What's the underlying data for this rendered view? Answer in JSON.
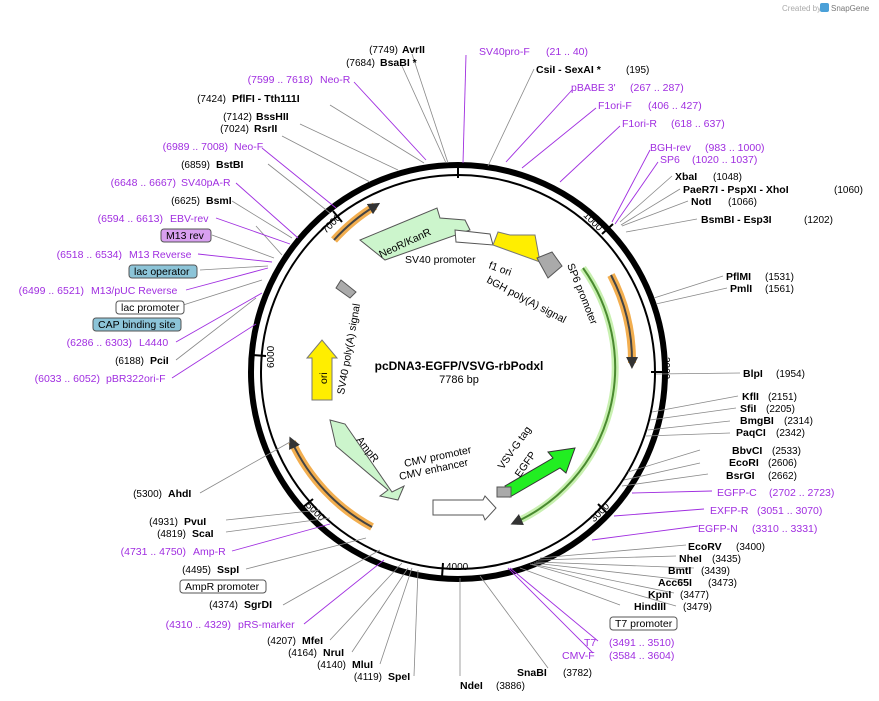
{
  "credit": {
    "created_by": "Created by",
    "brand": "SnapGene"
  },
  "title": "pcDNA3-EGFP/VSVG-rbPodxl",
  "size": "7786 bp",
  "ring_labels": [
    "1000",
    "2000",
    "3000",
    "4000",
    "5000",
    "6000",
    "7000"
  ],
  "features": [
    {
      "name": "SV40 promoter"
    },
    {
      "name": "NeoR/KanR"
    },
    {
      "name": "f1 ori"
    },
    {
      "name": "bGH poly(A) signal"
    },
    {
      "name": "SP6 promoter"
    },
    {
      "name": "SV40 poly(A) signal"
    },
    {
      "name": "ori"
    },
    {
      "name": "AmpR"
    },
    {
      "name": "CMV promoter"
    },
    {
      "name": "CMV enhancer"
    },
    {
      "name": "VSV-G tag"
    },
    {
      "name": "EGFP"
    }
  ],
  "boxed_labels": [
    {
      "text": "M13 rev",
      "fill": "#d8a0f0"
    },
    {
      "text": "lac operator",
      "fill": "#8cc4d8"
    },
    {
      "text": "lac promoter",
      "fill": "#ffffff"
    },
    {
      "text": "CAP binding site",
      "fill": "#8cc4d8"
    },
    {
      "text": "AmpR promoter",
      "fill": "#ffffff"
    },
    {
      "text": "T7 promoter",
      "fill": "#ffffff"
    }
  ],
  "sites": [
    {
      "pos": "(7749)",
      "name": "AvrII"
    },
    {
      "pos": "(7684)",
      "name": "BsaBI *"
    },
    {
      "pos": "(7599 .. 7618)",
      "name": "Neo-R"
    },
    {
      "pos": "(7424)",
      "name": "PflFI - Tth111I"
    },
    {
      "pos": "(7142)",
      "name": "BssHII"
    },
    {
      "pos": "(7024)",
      "name": "RsrII"
    },
    {
      "pos": "(6989 .. 7008)",
      "name": "Neo-F"
    },
    {
      "pos": "(6859)",
      "name": "BstBI"
    },
    {
      "pos": "(6648 .. 6667)",
      "name": "SV40pA-R"
    },
    {
      "pos": "(6625)",
      "name": "BsmI"
    },
    {
      "pos": "(6594 .. 6613)",
      "name": "EBV-rev"
    },
    {
      "pos": "(6518 .. 6534)",
      "name": "M13 Reverse"
    },
    {
      "pos": "(6499 .. 6521)",
      "name": "M13/pUC Reverse"
    },
    {
      "pos": "(6286 .. 6303)",
      "name": "L4440"
    },
    {
      "pos": "(6188)",
      "name": "PciI"
    },
    {
      "pos": "(6033 .. 6052)",
      "name": "pBR322ori-F"
    },
    {
      "pos": "(5300)",
      "name": "AhdI"
    },
    {
      "pos": "(4931)",
      "name": "PvuI"
    },
    {
      "pos": "(4819)",
      "name": "ScaI"
    },
    {
      "pos": "(4731 .. 4750)",
      "name": "Amp-R"
    },
    {
      "pos": "(4495)",
      "name": "SspI"
    },
    {
      "pos": "(4374)",
      "name": "SgrDI"
    },
    {
      "pos": "(4310 .. 4329)",
      "name": "pRS-marker"
    },
    {
      "pos": "(4207)",
      "name": "MfeI"
    },
    {
      "pos": "(4164)",
      "name": "NruI"
    },
    {
      "pos": "(4140)",
      "name": "MluI"
    },
    {
      "pos": "(4119)",
      "name": "SpeI"
    },
    {
      "pos": "(3886)",
      "name": "NdeI"
    },
    {
      "pos": "(3782)",
      "name": "SnaBI"
    },
    {
      "pos": "(3584 .. 3604)",
      "name": "CMV-F"
    },
    {
      "pos": "(3491 .. 3510)",
      "name": "T7"
    },
    {
      "pos": "(3479)",
      "name": "HindIII"
    },
    {
      "pos": "(3477)",
      "name": "KpnI"
    },
    {
      "pos": "(3473)",
      "name": "Acc65I"
    },
    {
      "pos": "(3439)",
      "name": "BmtI"
    },
    {
      "pos": "(3435)",
      "name": "NheI"
    },
    {
      "pos": "(3400)",
      "name": "EcoRV"
    },
    {
      "pos": "(3310 .. 3331)",
      "name": "EGFP-N"
    },
    {
      "pos": "(3051 .. 3070)",
      "name": "EXFP-R"
    },
    {
      "pos": "(2702 .. 2723)",
      "name": "EGFP-C"
    },
    {
      "pos": "(2662)",
      "name": "BsrGI"
    },
    {
      "pos": "(2606)",
      "name": "EcoRI"
    },
    {
      "pos": "(2533)",
      "name": "BbvCI"
    },
    {
      "pos": "(2342)",
      "name": "PaqCI"
    },
    {
      "pos": "(2314)",
      "name": "BmgBI"
    },
    {
      "pos": "(2205)",
      "name": "SfiI"
    },
    {
      "pos": "(2151)",
      "name": "KflI"
    },
    {
      "pos": "(1954)",
      "name": "BlpI"
    },
    {
      "pos": "(1561)",
      "name": "PmlI"
    },
    {
      "pos": "(1531)",
      "name": "PflMI"
    },
    {
      "pos": "(1202)",
      "name": "BsmBI - Esp3I"
    },
    {
      "pos": "(1066)",
      "name": "NotI"
    },
    {
      "pos": "(1060)",
      "name": "PaeR7I - PspXI - XhoI"
    },
    {
      "pos": "(1048)",
      "name": "XbaI"
    },
    {
      "pos": "(1020 .. 1037)",
      "name": "SP6"
    },
    {
      "pos": "(983 .. 1000)",
      "name": "BGH-rev"
    },
    {
      "pos": "(618 .. 637)",
      "name": "F1ori-R"
    },
    {
      "pos": "(406 .. 427)",
      "name": "F1ori-F"
    },
    {
      "pos": "(267 .. 287)",
      "name": "pBABE 3'"
    },
    {
      "pos": "(195)",
      "name": "CsiI - SexAI *"
    },
    {
      "pos": "(21 .. 40)",
      "name": "SV40pro-F"
    }
  ],
  "colors": {
    "backbone": "#000000",
    "primer": "#a02ee0",
    "site": "#000000",
    "orange_feature": "#f0a030",
    "green_feature": "#60b040",
    "egfp": "#22ee22",
    "ori": "#ffee00",
    "f1ori": "#ffdd00",
    "light_green": "#ccf5cc"
  }
}
